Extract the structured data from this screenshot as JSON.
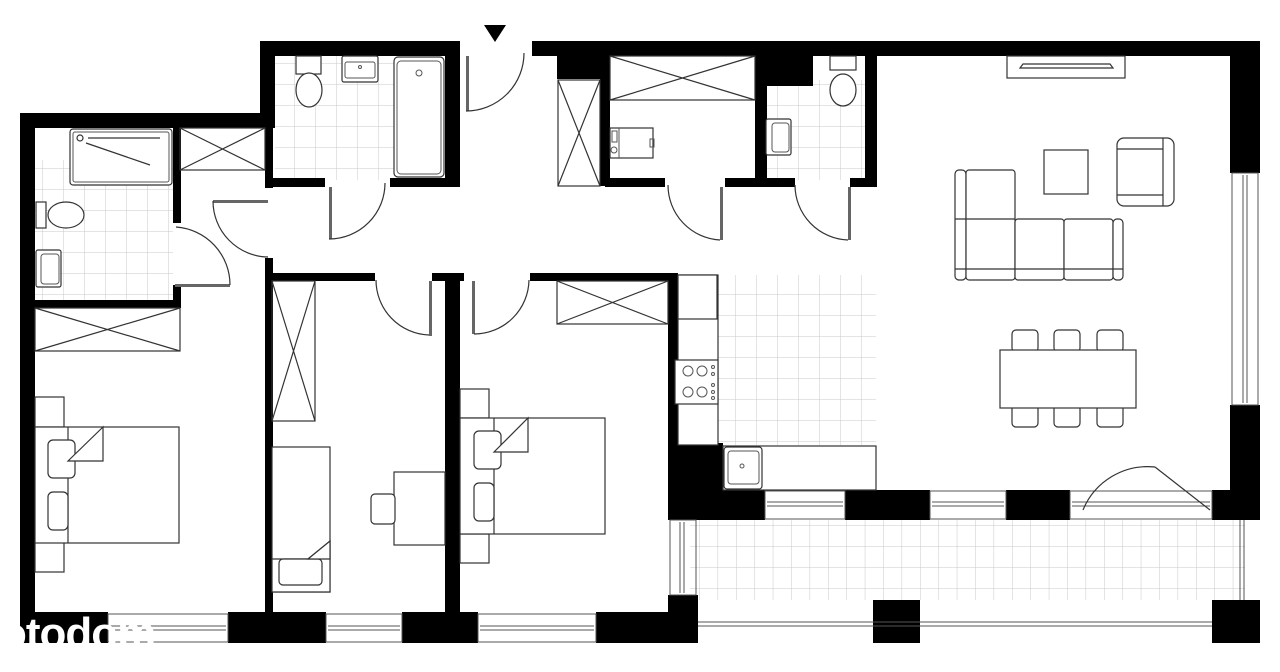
{
  "plan": {
    "type": "apartment floor plan",
    "entrance_marker": "down-triangle-arrow",
    "rooms": [
      {
        "id": "bathroom-1",
        "fixtures": [
          "bathtub",
          "toilet",
          "sink"
        ]
      },
      {
        "id": "bathroom-2",
        "fixtures": [
          "bathtub",
          "toilet",
          "sink"
        ]
      },
      {
        "id": "wc",
        "fixtures": [
          "toilet",
          "sink"
        ]
      },
      {
        "id": "utility-room",
        "fixtures": [
          "washing-machine",
          "wardrobe"
        ]
      },
      {
        "id": "hallway",
        "fixtures": [
          "wardrobe"
        ]
      },
      {
        "id": "bedroom-1",
        "fixtures": [
          "double-bed",
          "nightstands",
          "wardrobe"
        ]
      },
      {
        "id": "bedroom-2",
        "fixtures": [
          "single-bed",
          "desk",
          "chair",
          "wardrobe"
        ]
      },
      {
        "id": "bedroom-3",
        "fixtures": [
          "double-bed",
          "nightstands",
          "wardrobe"
        ]
      },
      {
        "id": "kitchen",
        "fixtures": [
          "fridge",
          "stove",
          "sink",
          "counter"
        ]
      },
      {
        "id": "living-room",
        "fixtures": [
          "corner-sofa",
          "armchair",
          "coffee-table",
          "tv",
          "dining-table",
          "6-chairs"
        ]
      },
      {
        "id": "balcony",
        "fixtures": [
          "tiled-floor"
        ]
      }
    ]
  },
  "watermark": {
    "text": "otodom"
  }
}
